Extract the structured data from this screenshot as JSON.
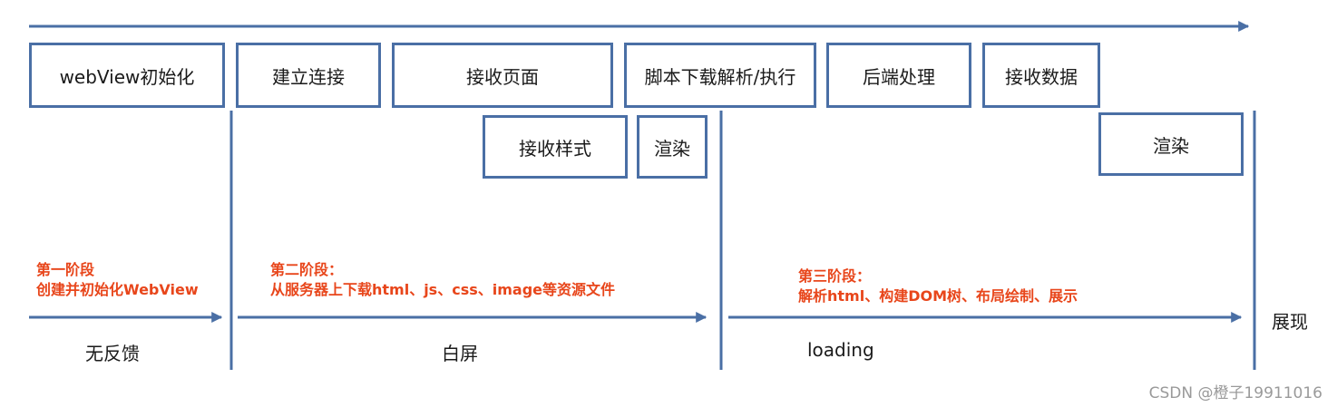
{
  "colors": {
    "line": "#4a6fa5",
    "phase_text": "#e8461b",
    "box_border": "#4a6fa5"
  },
  "boxes_top": {
    "webview_init": "webView初始化",
    "connect": "建立连接",
    "receive_page": "接收页面",
    "script": "脚本下载解析/执行",
    "backend": "后端处理",
    "receive_data": "接收数据"
  },
  "boxes_second": {
    "receive_style": "接收样式",
    "render_1": "渲染",
    "render_2": "渲染"
  },
  "phases": {
    "one_title": "第一阶段",
    "one_desc": "创建并初始化WebView",
    "two_title": "第二阶段：",
    "two_desc": "从服务器上下载html、js、css、image等资源文件",
    "three_title": "第三阶段：",
    "three_desc": "解析html、构建DOM树、布局绘制、展示"
  },
  "states": {
    "no_feedback": "无反馈",
    "white_screen": "白屏",
    "loading": "loading",
    "display": "展现"
  },
  "watermark": "CSDN @橙子19911016"
}
